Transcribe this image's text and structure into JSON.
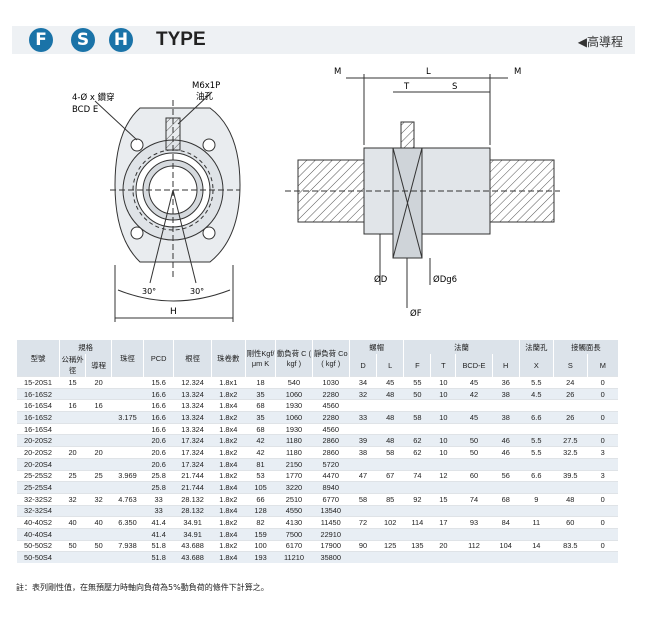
{
  "header": {
    "badges": [
      "F",
      "S",
      "H"
    ],
    "title": "TYPE",
    "subtitle": "◀高導程",
    "brand_color": "#1a73a8"
  },
  "drawing": {
    "left_labels": {
      "holes": "4-Ø x 鑽穿",
      "bcd": "BCD E",
      "thread": "M6x1P",
      "oil": "油孔",
      "angle1": "30°",
      "angle2": "30°",
      "height": "H"
    },
    "right_labels": {
      "m_left": "M",
      "l": "L",
      "m_right": "M",
      "t": "T",
      "s": "S",
      "od": "ØD",
      "odg6": "ØDg6",
      "of": "ØF"
    }
  },
  "table": {
    "headers": {
      "model": "型號",
      "spec": "規格",
      "nominal": "公稱外徑",
      "lead": "導程",
      "ball": "珠徑",
      "pcd": "PCD",
      "root": "根徑",
      "circuits": "珠卷數",
      "stiffness": "剛性Kgf/μm K",
      "dyn": "動負荷 C ( kgf )",
      "stat": "靜負荷 Co ( kgf )",
      "nut": "螺帽",
      "flange": "法蘭",
      "fhole": "法蘭孔",
      "wiper": "接觸面長",
      "cols": [
        "D",
        "L",
        "F",
        "T",
        "BCD-E",
        "H",
        "X",
        "S",
        "M"
      ]
    },
    "rows": [
      {
        "model": "15-20S1",
        "nom": "15",
        "lead": "20",
        "ball": "",
        "pcd": "15.6",
        "root": "12.324",
        "circ": "1.8x1",
        "k": "18",
        "c": "540",
        "co": "1030",
        "D": "34",
        "L": "45",
        "F": "55",
        "T": "10",
        "BCD": "45",
        "H": "36",
        "X": "5.5",
        "S": "24",
        "M": "0"
      },
      {
        "model": "16-16S2",
        "nom": "",
        "lead": "",
        "ball": "",
        "pcd": "16.6",
        "root": "13.324",
        "circ": "1.8x2",
        "k": "35",
        "c": "1060",
        "co": "2280",
        "D": "32",
        "L": "48",
        "F": "50",
        "T": "10",
        "BCD": "42",
        "H": "38",
        "X": "4.5",
        "S": "26",
        "M": "0"
      },
      {
        "model": "16-16S4",
        "nom": "16",
        "lead": "16",
        "ball": "",
        "pcd": "16.6",
        "root": "13.324",
        "circ": "1.8x4",
        "k": "68",
        "c": "1930",
        "co": "4560",
        "D": "",
        "L": "",
        "F": "",
        "T": "",
        "BCD": "",
        "H": "",
        "X": "",
        "S": "",
        "M": ""
      },
      {
        "model": "16-16S2",
        "nom": "",
        "lead": "",
        "ball": "3.175",
        "pcd": "16.6",
        "root": "13.324",
        "circ": "1.8x2",
        "k": "35",
        "c": "1060",
        "co": "2280",
        "D": "33",
        "L": "48",
        "F": "58",
        "T": "10",
        "BCD": "45",
        "H": "38",
        "X": "6.6",
        "S": "26",
        "M": "0"
      },
      {
        "model": "16-16S4",
        "nom": "",
        "lead": "",
        "ball": "",
        "pcd": "16.6",
        "root": "13.324",
        "circ": "1.8x4",
        "k": "68",
        "c": "1930",
        "co": "4560",
        "D": "",
        "L": "",
        "F": "",
        "T": "",
        "BCD": "",
        "H": "",
        "X": "",
        "S": "",
        "M": ""
      },
      {
        "model": "20-20S2",
        "nom": "",
        "lead": "",
        "ball": "",
        "pcd": "20.6",
        "root": "17.324",
        "circ": "1.8x2",
        "k": "42",
        "c": "1180",
        "co": "2860",
        "D": "39",
        "L": "48",
        "F": "62",
        "T": "10",
        "BCD": "50",
        "H": "46",
        "X": "5.5",
        "S": "27.5",
        "M": "0"
      },
      {
        "model": "20-20S2",
        "nom": "20",
        "lead": "20",
        "ball": "",
        "pcd": "20.6",
        "root": "17.324",
        "circ": "1.8x2",
        "k": "42",
        "c": "1180",
        "co": "2860",
        "D": "38",
        "L": "58",
        "F": "62",
        "T": "10",
        "BCD": "50",
        "H": "46",
        "X": "5.5",
        "S": "32.5",
        "M": "3"
      },
      {
        "model": "20-20S4",
        "nom": "",
        "lead": "",
        "ball": "",
        "pcd": "20.6",
        "root": "17.324",
        "circ": "1.8x4",
        "k": "81",
        "c": "2150",
        "co": "5720",
        "D": "",
        "L": "",
        "F": "",
        "T": "",
        "BCD": "",
        "H": "",
        "X": "",
        "S": "",
        "M": ""
      },
      {
        "model": "25-25S2",
        "nom": "25",
        "lead": "25",
        "ball": "3.969",
        "pcd": "25.8",
        "root": "21.744",
        "circ": "1.8x2",
        "k": "53",
        "c": "1770",
        "co": "4470",
        "D": "47",
        "L": "67",
        "F": "74",
        "T": "12",
        "BCD": "60",
        "H": "56",
        "X": "6.6",
        "S": "39.5",
        "M": "3"
      },
      {
        "model": "25-25S4",
        "nom": "",
        "lead": "",
        "ball": "",
        "pcd": "25.8",
        "root": "21.744",
        "circ": "1.8x4",
        "k": "105",
        "c": "3220",
        "co": "8940",
        "D": "",
        "L": "",
        "F": "",
        "T": "",
        "BCD": "",
        "H": "",
        "X": "",
        "S": "",
        "M": ""
      },
      {
        "model": "32-32S2",
        "nom": "32",
        "lead": "32",
        "ball": "4.763",
        "pcd": "33",
        "root": "28.132",
        "circ": "1.8x2",
        "k": "66",
        "c": "2510",
        "co": "6770",
        "D": "58",
        "L": "85",
        "F": "92",
        "T": "15",
        "BCD": "74",
        "H": "68",
        "X": "9",
        "S": "48",
        "M": "0"
      },
      {
        "model": "32-32S4",
        "nom": "",
        "lead": "",
        "ball": "",
        "pcd": "33",
        "root": "28.132",
        "circ": "1.8x4",
        "k": "128",
        "c": "4550",
        "co": "13540",
        "D": "",
        "L": "",
        "F": "",
        "T": "",
        "BCD": "",
        "H": "",
        "X": "",
        "S": "",
        "M": ""
      },
      {
        "model": "40-40S2",
        "nom": "40",
        "lead": "40",
        "ball": "6.350",
        "pcd": "41.4",
        "root": "34.91",
        "circ": "1.8x2",
        "k": "82",
        "c": "4130",
        "co": "11450",
        "D": "72",
        "L": "102",
        "F": "114",
        "T": "17",
        "BCD": "93",
        "H": "84",
        "X": "11",
        "S": "60",
        "M": "0"
      },
      {
        "model": "40-40S4",
        "nom": "",
        "lead": "",
        "ball": "",
        "pcd": "41.4",
        "root": "34.91",
        "circ": "1.8x4",
        "k": "159",
        "c": "7500",
        "co": "22910",
        "D": "",
        "L": "",
        "F": "",
        "T": "",
        "BCD": "",
        "H": "",
        "X": "",
        "S": "",
        "M": ""
      },
      {
        "model": "50-50S2",
        "nom": "50",
        "lead": "50",
        "ball": "7.938",
        "pcd": "51.8",
        "root": "43.688",
        "circ": "1.8x2",
        "k": "100",
        "c": "6170",
        "co": "17900",
        "D": "90",
        "L": "125",
        "F": "135",
        "T": "20",
        "BCD": "112",
        "H": "104",
        "X": "14",
        "S": "83.5",
        "M": "0"
      },
      {
        "model": "50-50S4",
        "nom": "",
        "lead": "",
        "ball": "",
        "pcd": "51.8",
        "root": "43.688",
        "circ": "1.8x4",
        "k": "193",
        "c": "11210",
        "co": "35800",
        "D": "",
        "L": "",
        "F": "",
        "T": "",
        "BCD": "",
        "H": "",
        "X": "",
        "S": "",
        "M": ""
      }
    ]
  },
  "note": "註：表列剛性值，在無預壓力時軸向負荷為5%動負荷的條件下計算之。"
}
